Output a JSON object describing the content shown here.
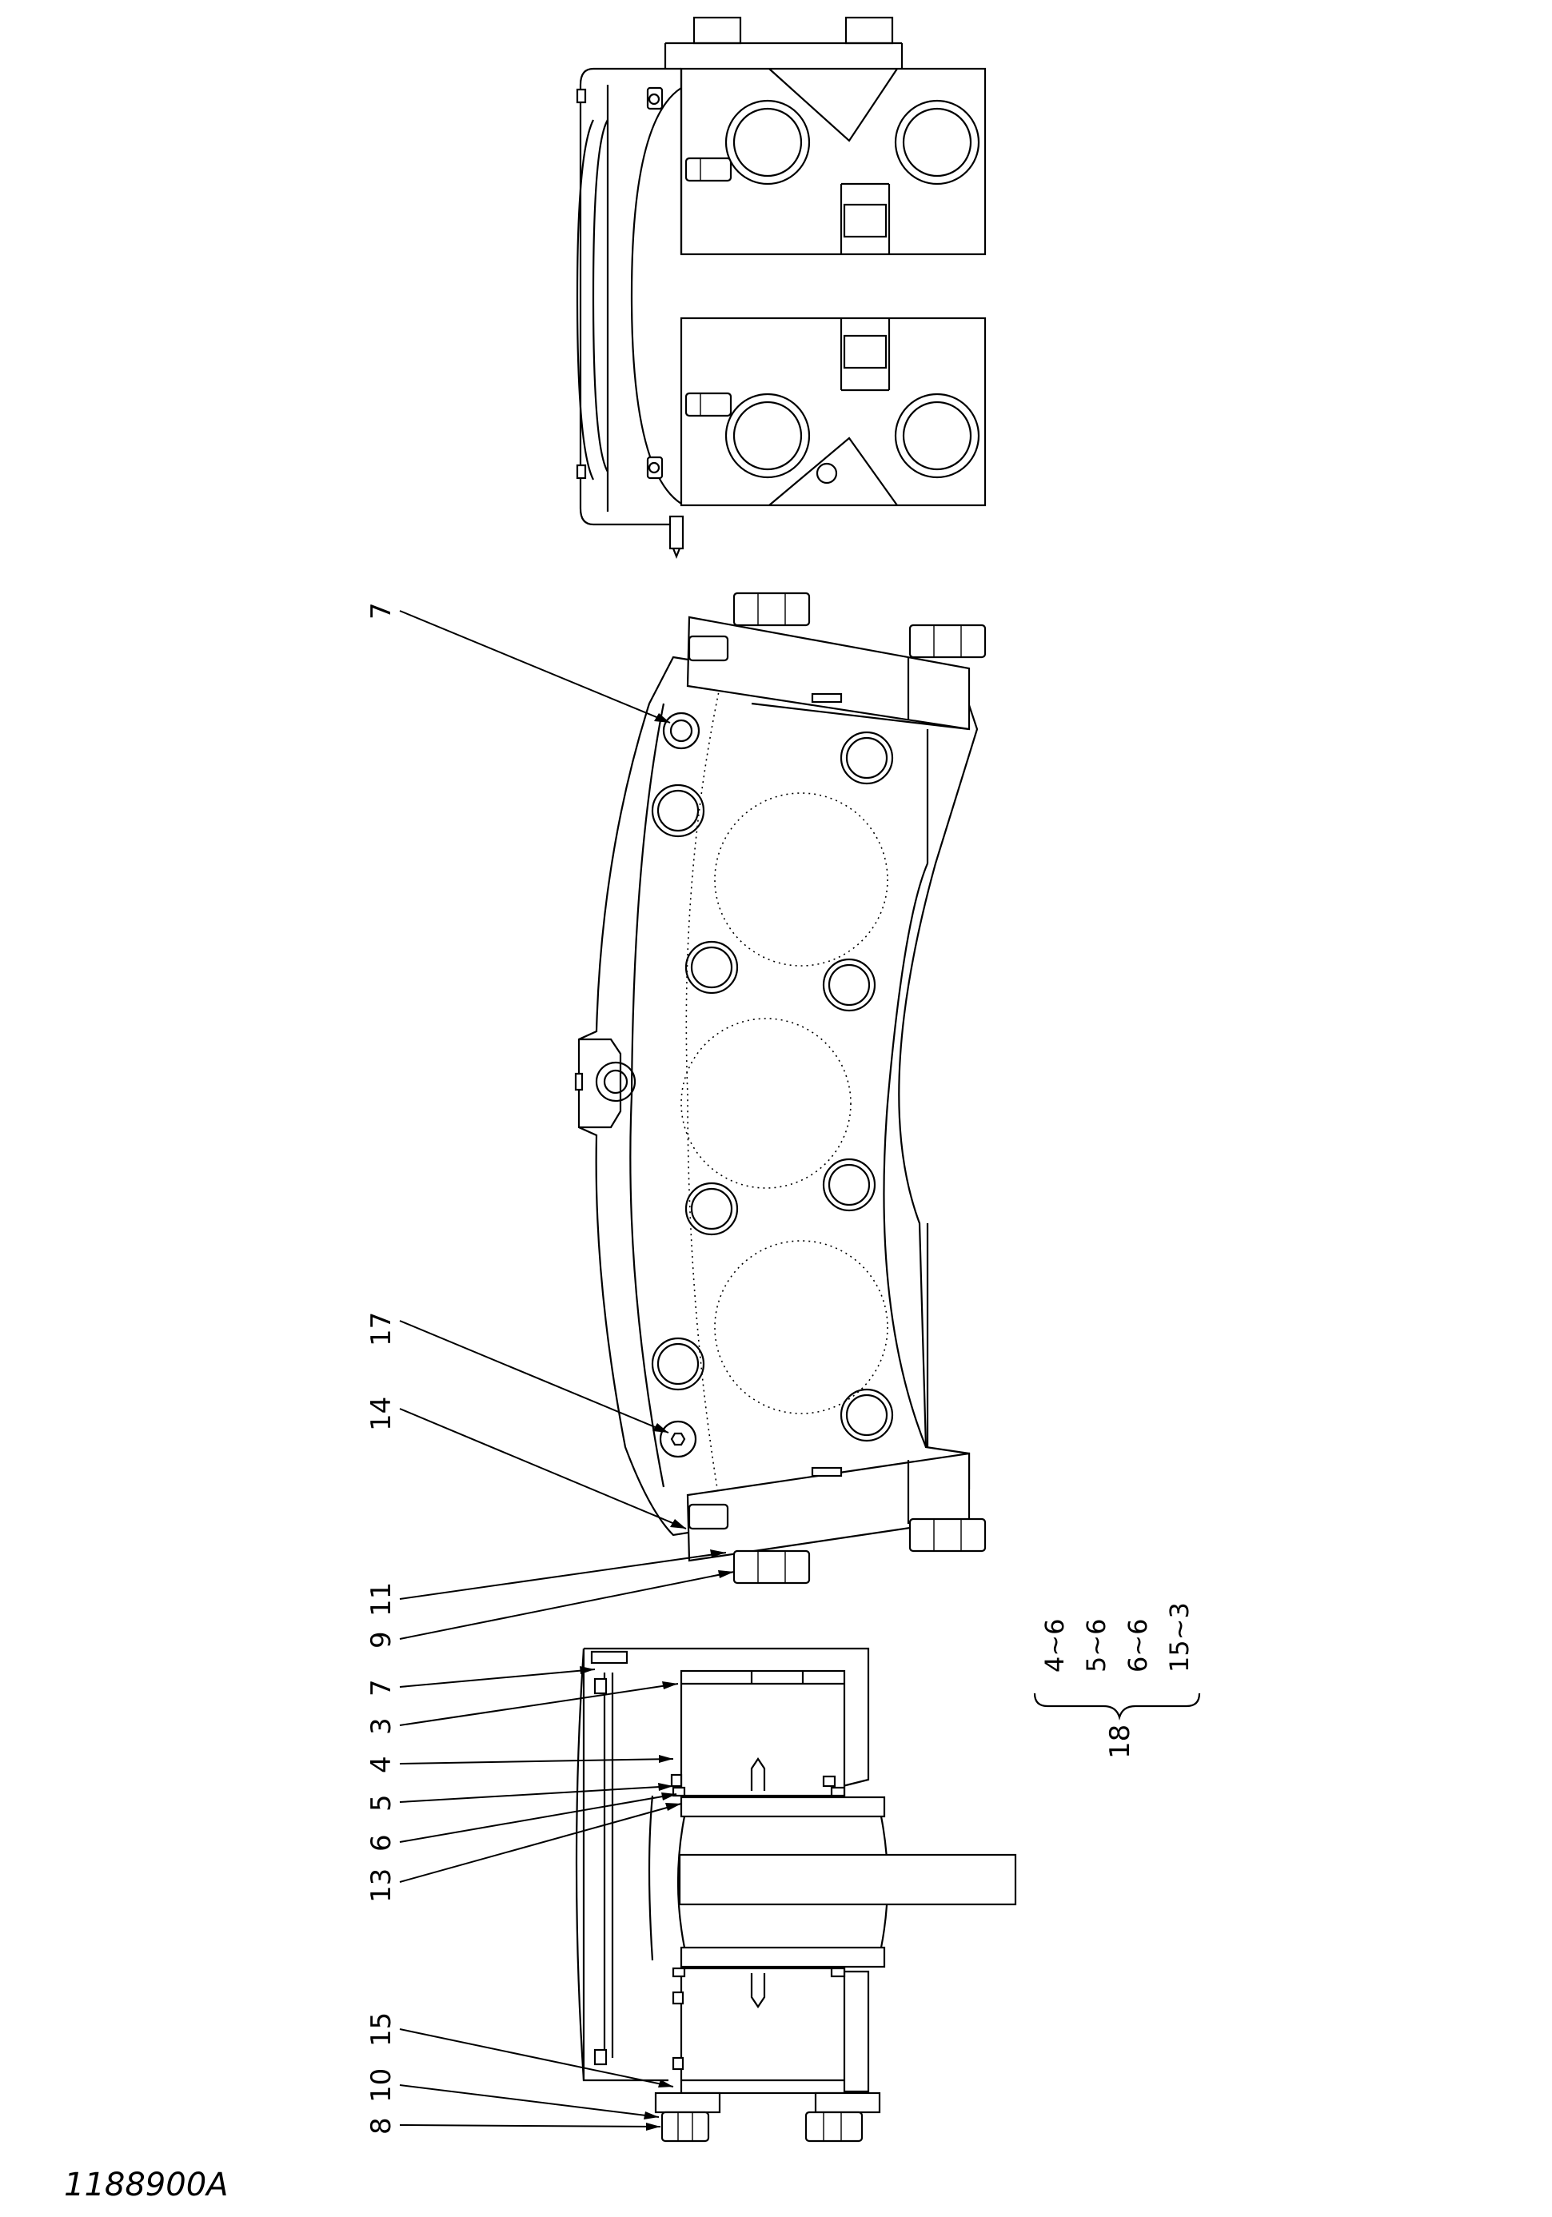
{
  "drawing_number": "1188900A",
  "callouts": {
    "c7_upper": "7",
    "c17": "17",
    "c14": "14",
    "c11": "11",
    "c9": "9",
    "c7_lower": "7",
    "c3": "3",
    "c4": "4",
    "c5": "5",
    "c6": "6",
    "c13": "13",
    "c15": "15",
    "c10": "10",
    "c8": "8"
  },
  "kit": {
    "number": "18",
    "items": [
      "4~6",
      "5~6",
      "6~6",
      "15~3"
    ]
  }
}
